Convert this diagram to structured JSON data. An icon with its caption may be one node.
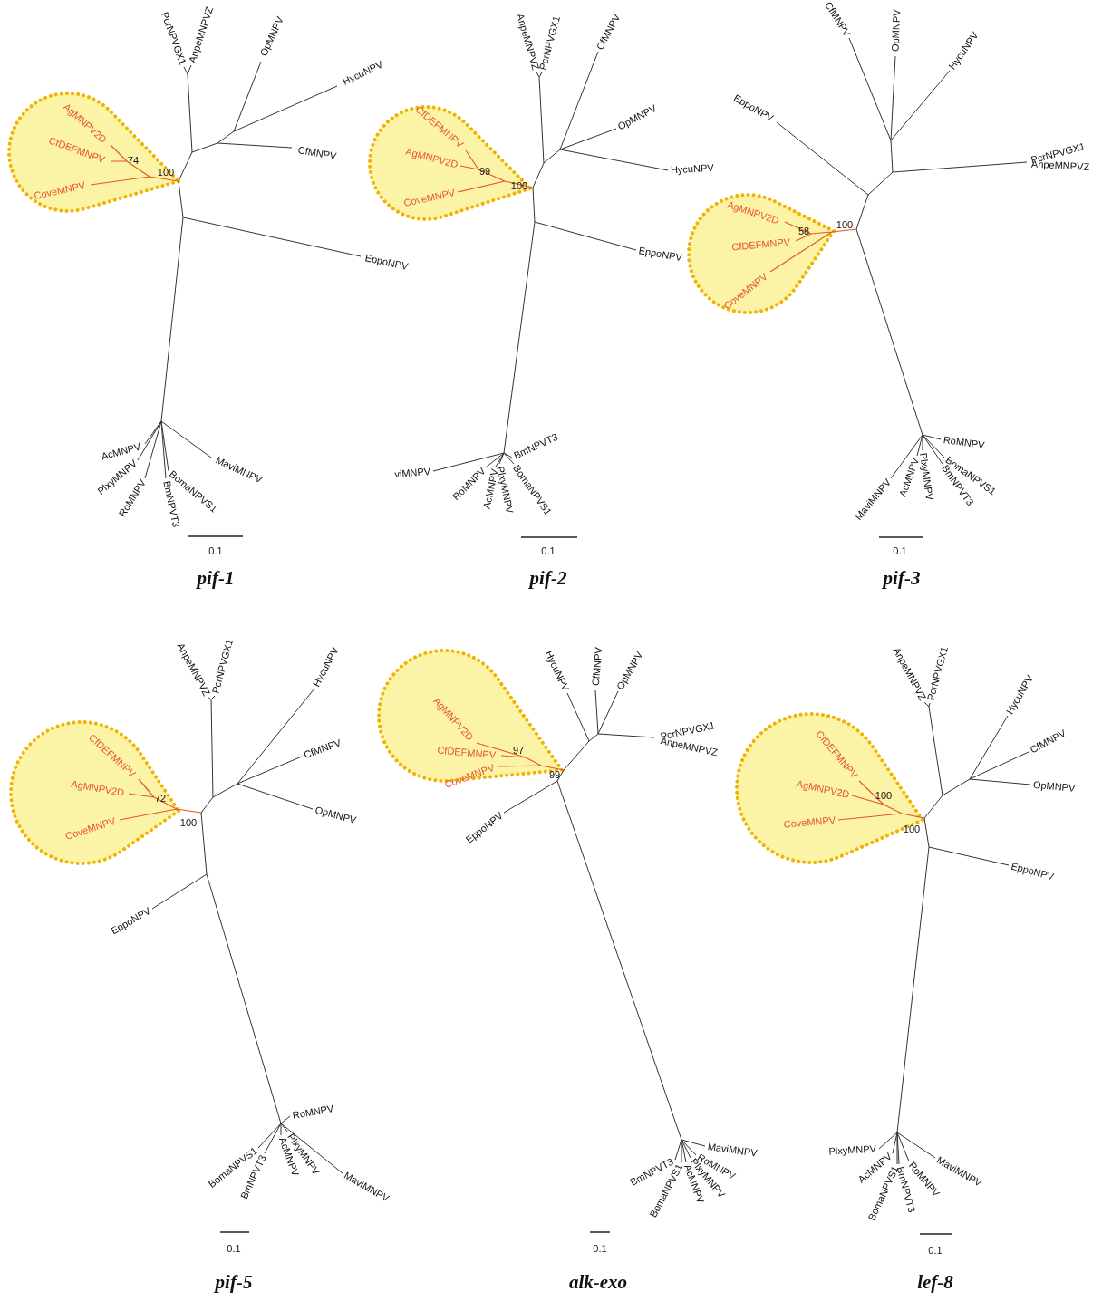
{
  "diagram": {
    "nodes": [
      {
        "text": [
          "AgMNPV2D",
          "CfDEFMNPV",
          "CoveMNPV"
        ]
      },
      {
        "text": [
          "CfDEFMNPV",
          "AgMNPV2D",
          "CoveMNPV"
        ]
      },
      {
        "text": [
          "AgMNPV2D",
          "CfDEFMNPV",
          "CoveMNPV"
        ]
      },
      {
        "text": [
          "CfDEFMNPV",
          "AgMNPV2D",
          "CoveMNPV"
        ]
      },
      {
        "text": [
          "AgMNPV2D",
          "CfDEFMNPV",
          "CoveMNPV"
        ]
      },
      {
        "text": [
          "CfDEFMNPV",
          "AgMNPV2D",
          "CoveMNPV"
        ]
      }
    ],
    "labels": [
      "PcrNPVGX1",
      "AnpeMNPVZ",
      "OpMNPV",
      "HycuNPV",
      "CfMNPV",
      "74",
      "100",
      "EppoNPV",
      "AcMNPV",
      "MaviMNPV",
      "PlxyMNPV",
      "RoMNPV",
      "BomaNPVS1",
      "BmNPVT3",
      "0.1",
      "pif-1",
      "AnpeMNPVZ",
      "PcrNPVGX1",
      "CfMNPV",
      "OpMNPV",
      "99",
      "HycuNPV",
      "100",
      "EppoNPV",
      "BmNPVT3",
      "viMNPV",
      "RoMNPV",
      "AcMNPV",
      "PlxyMNPV",
      "BomaNPVS1",
      "0.1",
      "pif-2",
      "CfMNPV",
      "OpMNPV",
      "HycuNPV",
      "EppoNPV",
      "PcrNPVGX1",
      "AnpeMNPVZ",
      "100",
      "58",
      "RoMNPV",
      "MaviMNPV",
      "AcMNPV",
      "PlxyMNPV",
      "BomaNPVS1",
      "BmNPVT3",
      "0.1",
      "pif-3",
      "AnpeMNPVZ",
      "PcrNPVGX1",
      "HycuNPV",
      "CfMNPV",
      "72",
      "OpMNPV",
      "100",
      "EppoNPV",
      "RoMNPV",
      "PlxyMNPV",
      "AcMNPV",
      "MaviMNPV",
      "BomaNPVS1",
      "BmNPVT3",
      "0.1",
      "pif-5",
      "HycuNPV",
      "CfMNPV",
      "OpMNPV",
      "PcrNPVGX1",
      "AnpeMNPVZ",
      "97",
      "99",
      "EppoNPV",
      "MaviMNPV",
      "BmNPVT3",
      "BomaNPVS1",
      "RoMNPV",
      "PlxyMNPV",
      "AcMNPV",
      "0.1",
      "alk-exo",
      "AnpeMNPVZ",
      "PcrNPVGX1",
      "HycuNPV",
      "CfMNPV",
      "OpMNPV",
      "100",
      "100",
      "EppoNPV",
      "PlxyMNPV",
      "AcMNPV",
      "BomaNPVS1",
      "BmNPVT3",
      "RoMNPV",
      "MaviMNPV",
      "0.1",
      "lef-8"
    ]
  }
}
